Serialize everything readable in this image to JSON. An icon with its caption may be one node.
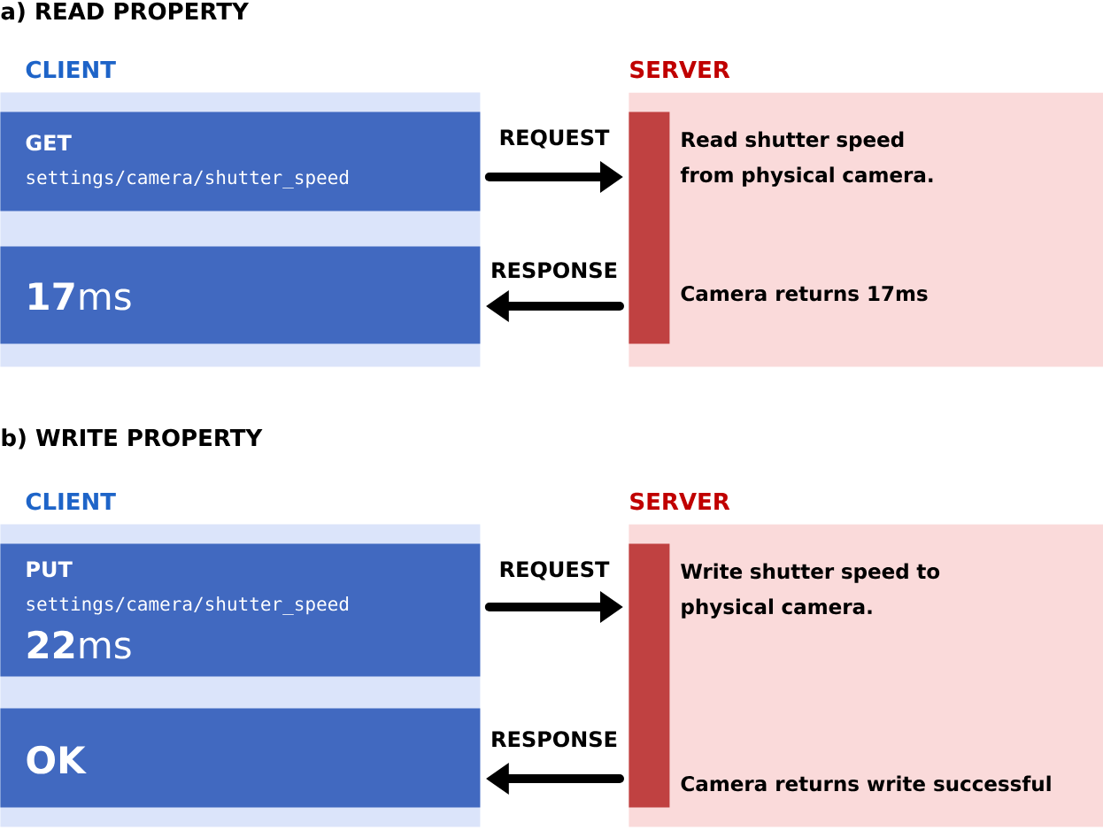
{
  "diagram": {
    "nodes": [
      {
        "text": [
          "CLIENT"
        ]
      },
      {
        "text": [
          "GET",
          "settings/camera/shutter_speed"
        ],
        "in": 0
      },
      {
        "text": [
          "**17**ms"
        ],
        "in": 0
      },
      {
        "text": [
          "SERVER",
          "Read shutter speed from physical camera.",
          "Camera returns 17ms"
        ]
      },
      {
        "text": [],
        "shape": "bar",
        "in": 3
      },
      {
        "text": [
          "CLIENT"
        ]
      },
      {
        "text": [
          "PUT",
          "settings/camera/shutter_speed",
          "**22**ms"
        ],
        "in": 5
      },
      {
        "text": [
          "OK"
        ],
        "in": 5
      },
      {
        "text": [
          "SERVER",
          "Write shutter speed to physical camera.",
          "Camera returns write successful"
        ]
      },
      {
        "text": [],
        "shape": "bar",
        "in": 8
      }
    ],
    "edges": [
      {
        "from": 1,
        "to": 4,
        "arrow": "to",
        "label": "REQUEST"
      },
      {
        "from": 4,
        "to": 2,
        "arrow": "to",
        "label": "RESPONSE"
      },
      {
        "from": 6,
        "to": 9,
        "arrow": "to",
        "label": "REQUEST"
      },
      {
        "from": 9,
        "to": 7,
        "arrow": "to",
        "label": "RESPONSE"
      }
    ],
    "labels": [
      "a) READ PROPERTY",
      "b) WRITE PROPERTY"
    ]
  }
}
